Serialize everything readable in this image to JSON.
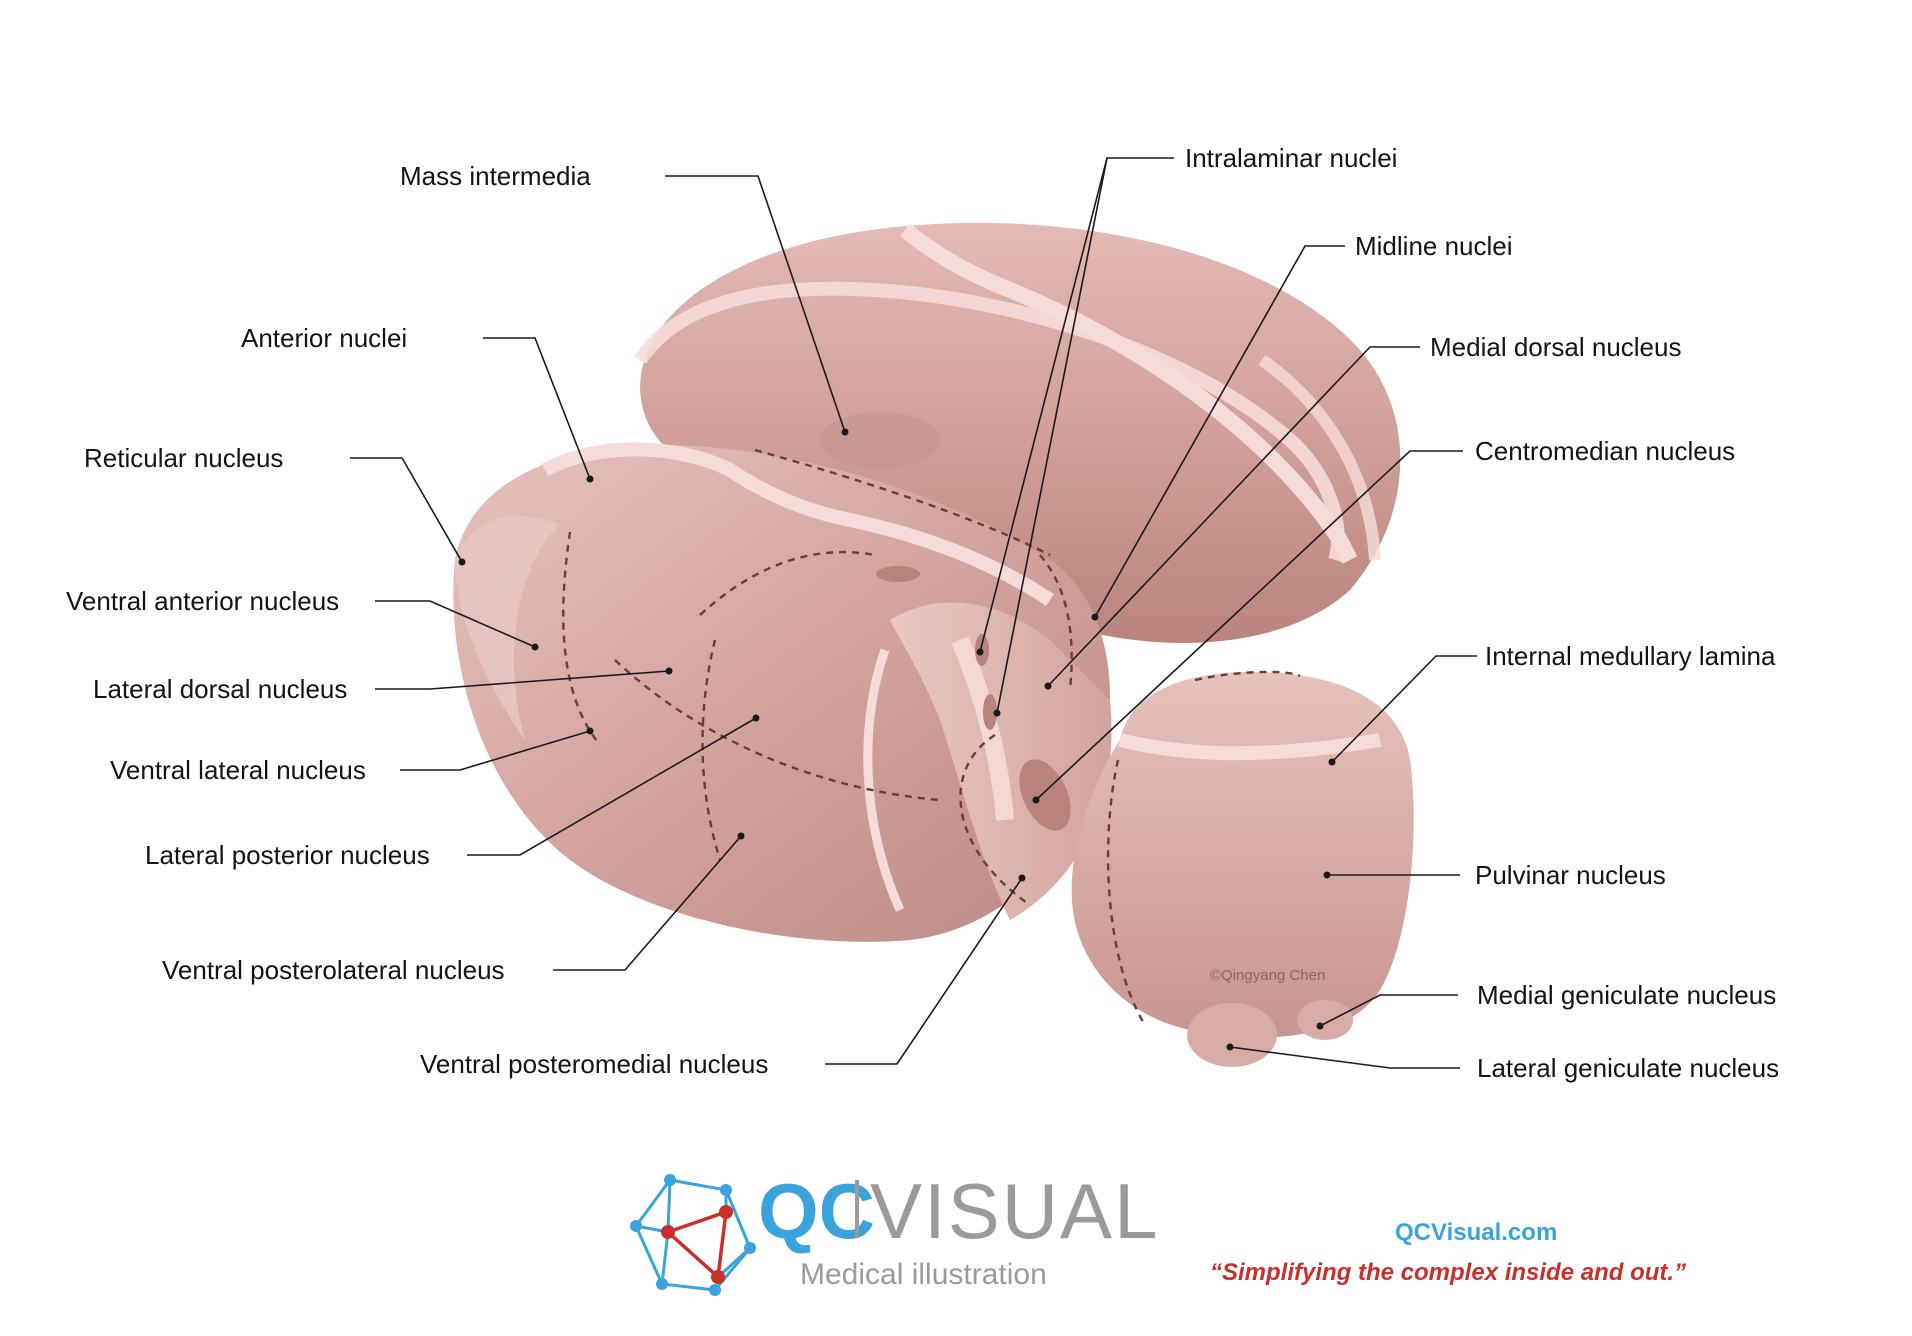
{
  "labels": {
    "mass_intermedia": "Mass intermedia",
    "anterior_nuclei": "Anterior nuclei",
    "reticular_nucleus": "Reticular nucleus",
    "ventral_anterior_nucleus": "Ventral anterior nucleus",
    "lateral_dorsal_nucleus": "Lateral dorsal nucleus",
    "ventral_lateral_nucleus": "Ventral lateral nucleus",
    "lateral_posterior_nucleus": "Lateral posterior nucleus",
    "ventral_posterolateral_nucleus": "Ventral posterolateral nucleus",
    "ventral_posteromedial_nucleus": "Ventral posteromedial nucleus",
    "intralaminar_nuclei": "Intralaminar nuclei",
    "midline_nuclei": "Midline nuclei",
    "medial_dorsal_nucleus": "Medial dorsal nucleus",
    "centromedian_nucleus": "Centromedian nucleus",
    "internal_medullary_lamina": "Internal medullary lamina",
    "pulvinar_nucleus": "Pulvinar nucleus",
    "medial_geniculate_nucleus": "Medial geniculate nucleus",
    "lateral_geniculate_nucleus": "Lateral geniculate nucleus"
  },
  "credit": "©Qingyang Chen",
  "brand": {
    "logo_qc": "QC",
    "logo_visual": "VISUAL",
    "subtitle": "Medical illustration",
    "website": "QCVisual.com",
    "tagline": "“Simplifying the complex inside and out.”",
    "colors": {
      "blue": "#3aa3dc",
      "red": "#c9302c",
      "gray": "#9a9a9a"
    }
  },
  "colors": {
    "tissue": "#d9a9a3",
    "tissue_dark": "#c08a84",
    "lamina": "#f6dcd8",
    "dashed_boundary": "#6b3d33"
  }
}
